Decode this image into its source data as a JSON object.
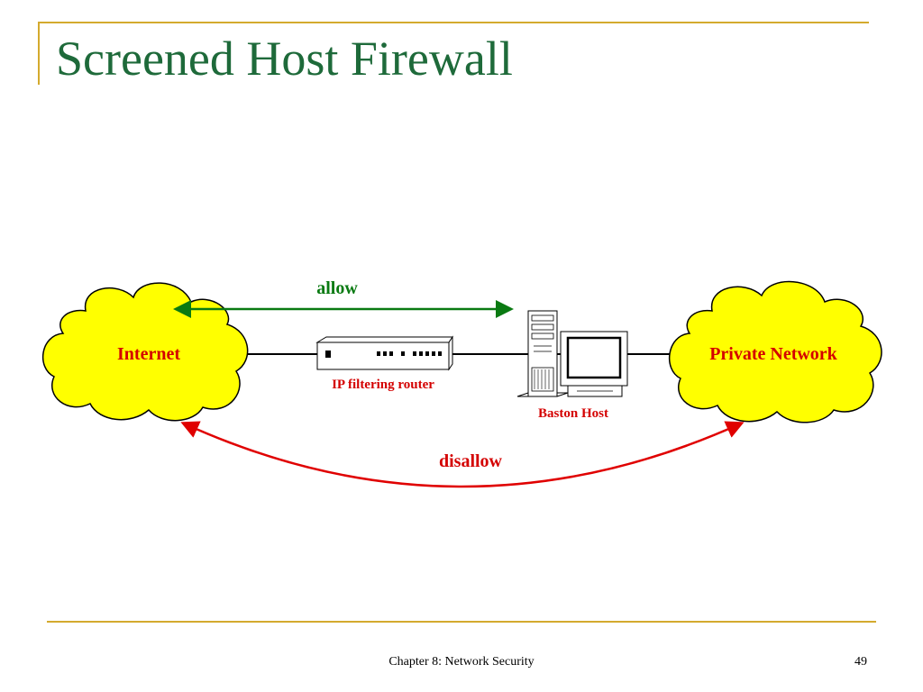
{
  "slide": {
    "title": "Screened Host Firewall",
    "footer": "Chapter 8: Network Security",
    "page_number": "49"
  },
  "diagram": {
    "nodes": {
      "internet": "Internet",
      "private_network": "Private Network",
      "router": "IP filtering router",
      "bastion_host": "Baston Host"
    },
    "arrows": {
      "allow": "allow",
      "disallow": "disallow"
    },
    "colors": {
      "cloud_fill": "#ffff00",
      "label_red": "#d40000",
      "allow_green": "#0a7a12",
      "disallow_red": "#e00000",
      "accent_gold": "#d4aa2e",
      "title_green": "#1e6a3a"
    },
    "icons": [
      "cloud-icon",
      "router-icon",
      "computer-tower-icon",
      "monitor-icon"
    ]
  }
}
